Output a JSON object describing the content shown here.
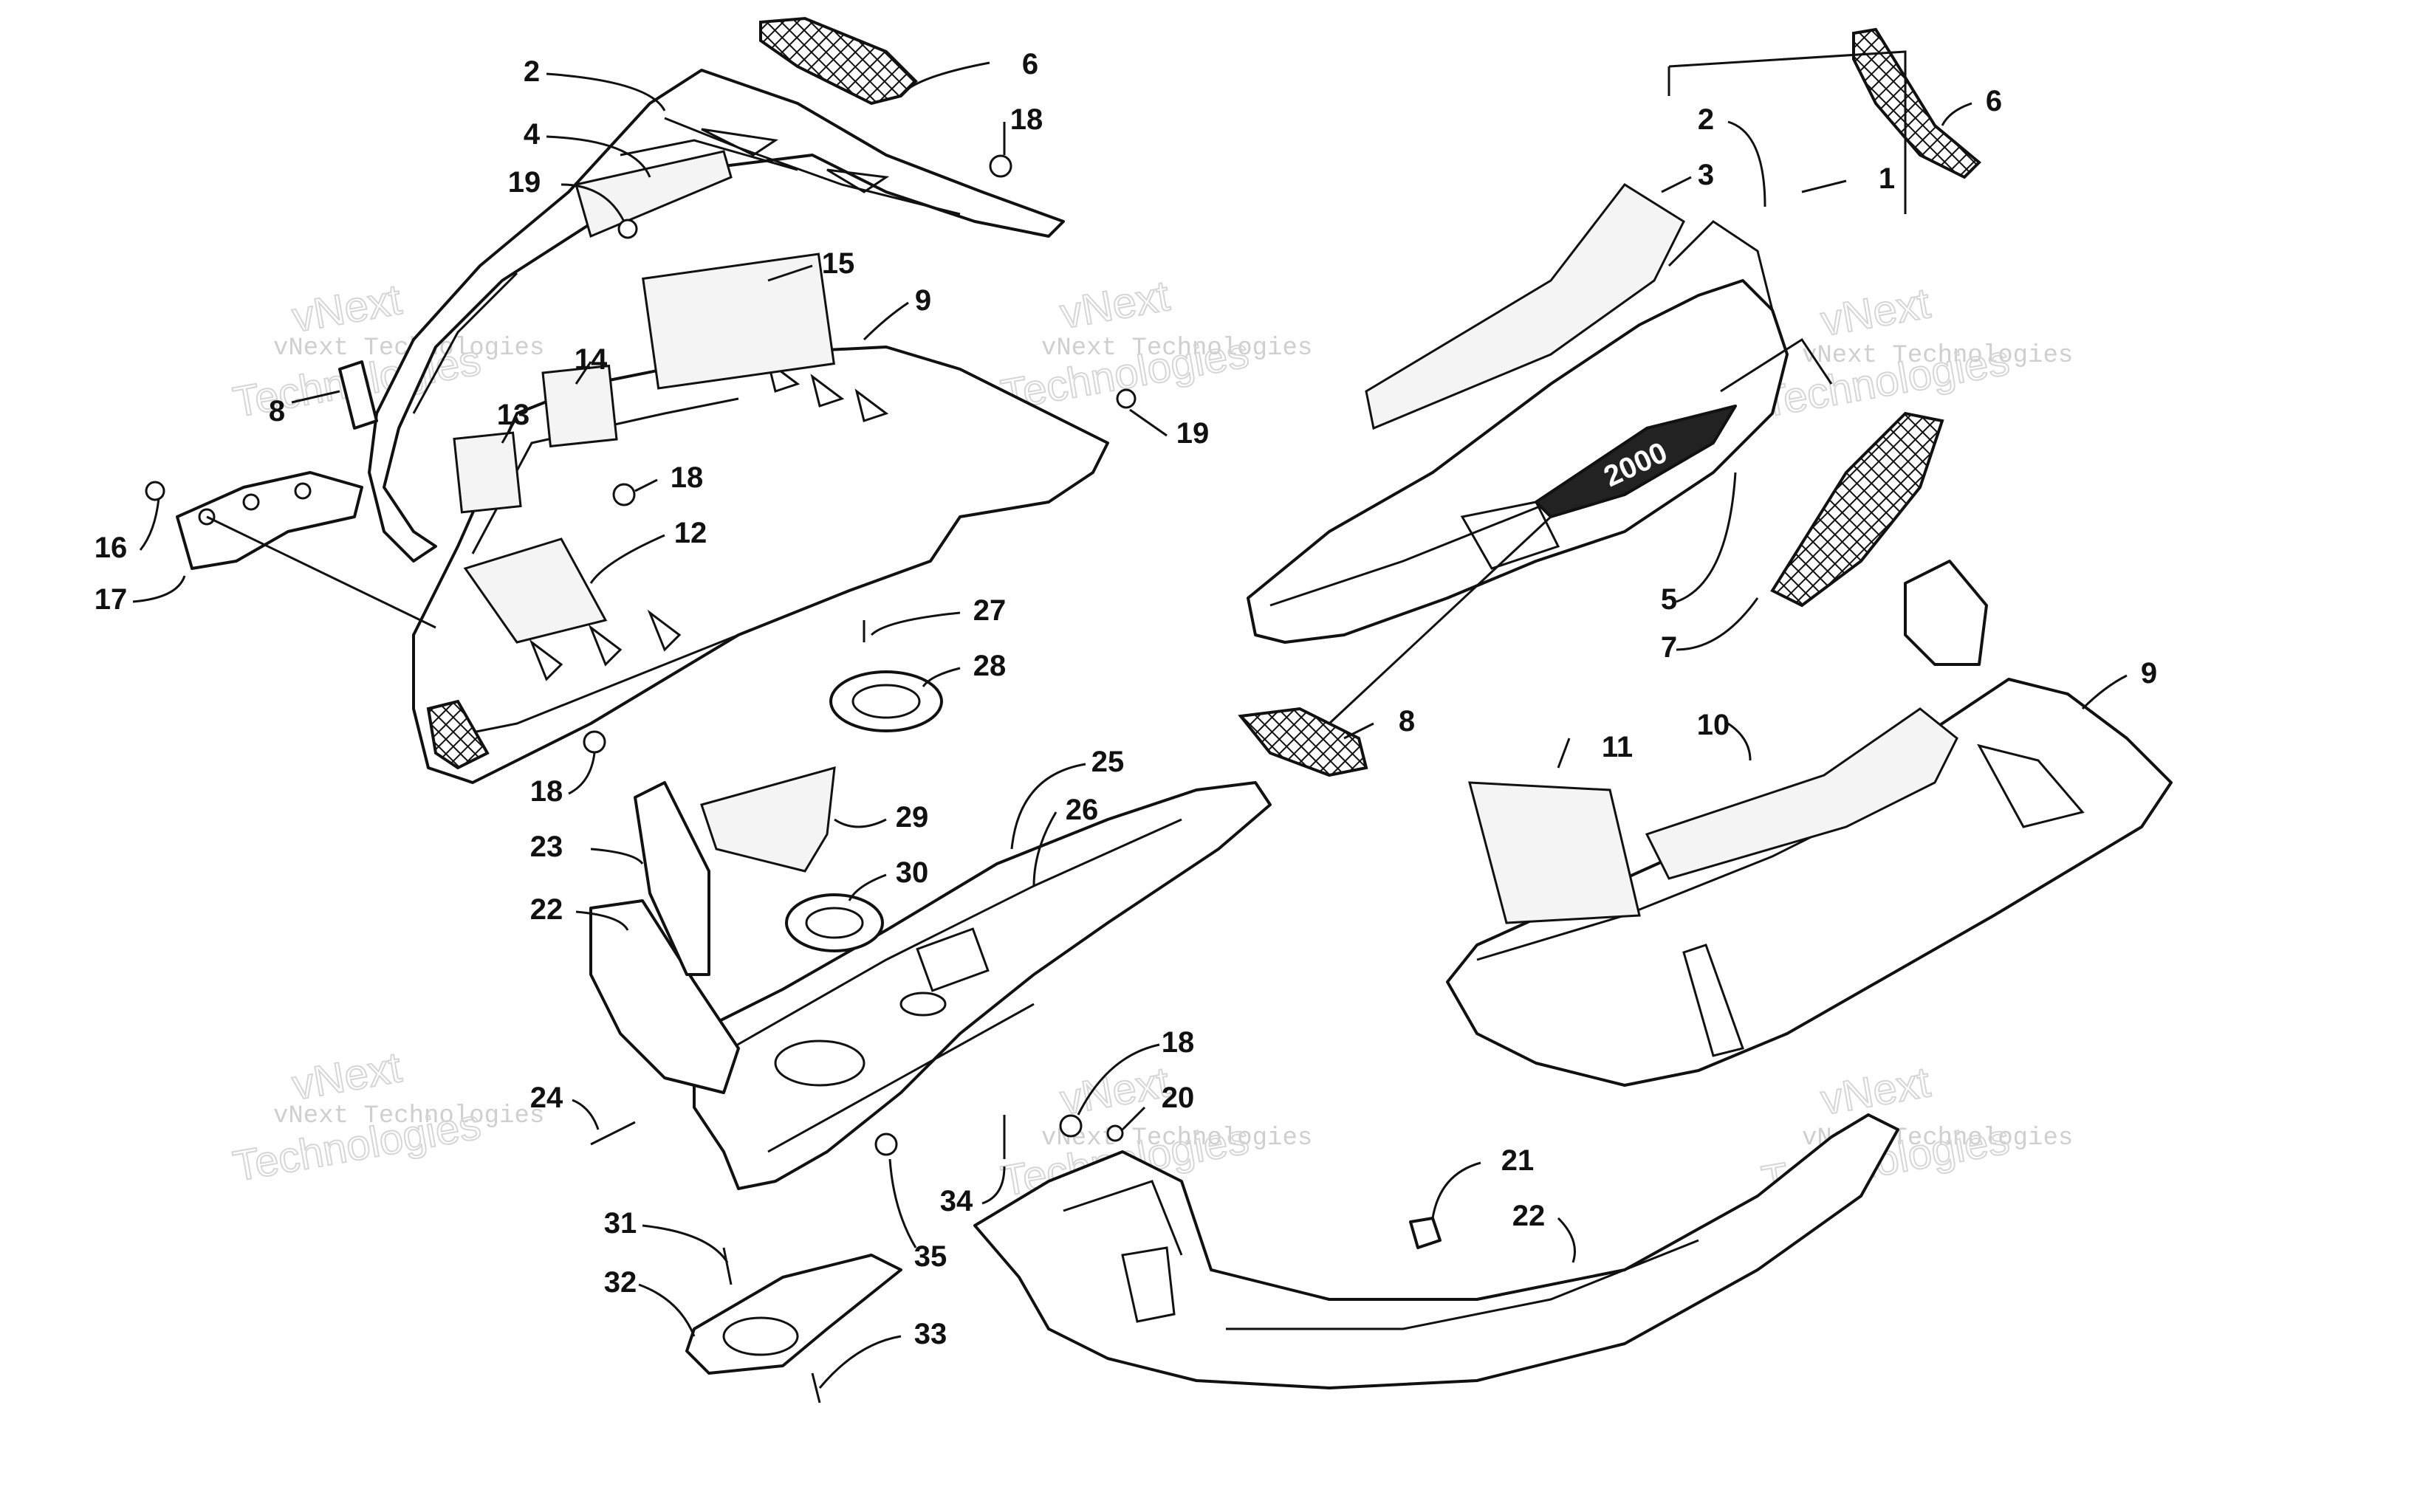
{
  "watermark": {
    "line1": "vNext Technologies",
    "line2": "Technologies",
    "line3": "vNext"
  },
  "decal_text": "2000",
  "callouts": [
    {
      "id": "c2a",
      "label": "2"
    },
    {
      "id": "c6a",
      "label": "6"
    },
    {
      "id": "c4",
      "label": "4"
    },
    {
      "id": "c18a",
      "label": "18"
    },
    {
      "id": "c19a",
      "label": "19"
    },
    {
      "id": "c15",
      "label": "15"
    },
    {
      "id": "c9a",
      "label": "9"
    },
    {
      "id": "c14",
      "label": "14"
    },
    {
      "id": "c8a",
      "label": "8"
    },
    {
      "id": "c13",
      "label": "13"
    },
    {
      "id": "c19b",
      "label": "19"
    },
    {
      "id": "c18b",
      "label": "18"
    },
    {
      "id": "c16",
      "label": "16"
    },
    {
      "id": "c12",
      "label": "12"
    },
    {
      "id": "c17",
      "label": "17"
    },
    {
      "id": "c27",
      "label": "27"
    },
    {
      "id": "c28",
      "label": "28"
    },
    {
      "id": "c18c",
      "label": "18"
    },
    {
      "id": "c25",
      "label": "25"
    },
    {
      "id": "c29",
      "label": "29"
    },
    {
      "id": "c26",
      "label": "26"
    },
    {
      "id": "c23",
      "label": "23"
    },
    {
      "id": "c30",
      "label": "30"
    },
    {
      "id": "c22a",
      "label": "22"
    },
    {
      "id": "c24",
      "label": "24"
    },
    {
      "id": "c18d",
      "label": "18"
    },
    {
      "id": "c20",
      "label": "20"
    },
    {
      "id": "c34",
      "label": "34"
    },
    {
      "id": "c35",
      "label": "35"
    },
    {
      "id": "c31",
      "label": "31"
    },
    {
      "id": "c32",
      "label": "32"
    },
    {
      "id": "c33",
      "label": "33"
    },
    {
      "id": "c21",
      "label": "21"
    },
    {
      "id": "c22b",
      "label": "22"
    },
    {
      "id": "c6b",
      "label": "6"
    },
    {
      "id": "c2b",
      "label": "2"
    },
    {
      "id": "c1",
      "label": "1"
    },
    {
      "id": "c3",
      "label": "3"
    },
    {
      "id": "c5",
      "label": "5"
    },
    {
      "id": "c7",
      "label": "7"
    },
    {
      "id": "c8b",
      "label": "8"
    },
    {
      "id": "c9b",
      "label": "9"
    },
    {
      "id": "c10",
      "label": "10"
    },
    {
      "id": "c11",
      "label": "11"
    }
  ]
}
